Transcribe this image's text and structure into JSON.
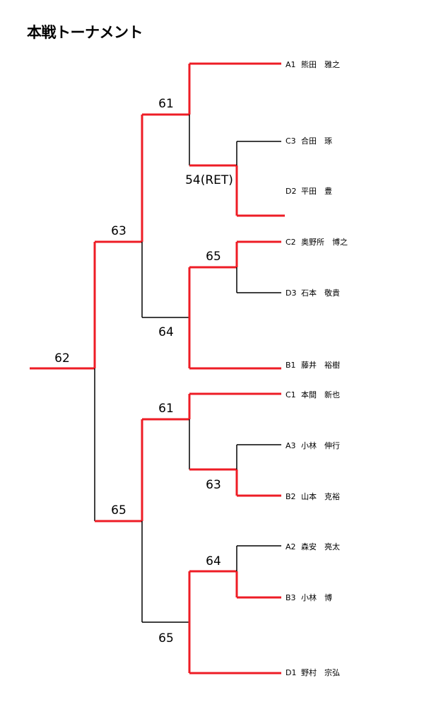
{
  "title": "本戦トーナメント",
  "colors": {
    "winner_line": "#ee1c25",
    "loser_line": "#000000"
  },
  "players": [
    {
      "seed": "A1",
      "name": "熊田　雅之"
    },
    {
      "seed": "C3",
      "name": "合田　琢"
    },
    {
      "seed": "D2",
      "name": "平田　豊"
    },
    {
      "seed": "C2",
      "name": "奥野所　博之"
    },
    {
      "seed": "D3",
      "name": "石本　敬貴"
    },
    {
      "seed": "B1",
      "name": "藤井　裕樹"
    },
    {
      "seed": "C1",
      "name": "本間　新也"
    },
    {
      "seed": "A3",
      "name": "小林　伸行"
    },
    {
      "seed": "B2",
      "name": "山本　克裕"
    },
    {
      "seed": "A2",
      "name": "森安　亮太"
    },
    {
      "seed": "B3",
      "name": "小林　博"
    },
    {
      "seed": "D1",
      "name": "野村　宗弘"
    }
  ],
  "scores": {
    "final": "62",
    "top_semi": "63",
    "bottom_semi": "65",
    "top_q1": "61",
    "top_q2": "64",
    "bottom_q1": "61",
    "bottom_q2": "65",
    "r1_c3_d2": "54(RET)",
    "r1_c2_d3": "65",
    "r1_a3_b2": "63",
    "r1_a2_b3": "64"
  }
}
